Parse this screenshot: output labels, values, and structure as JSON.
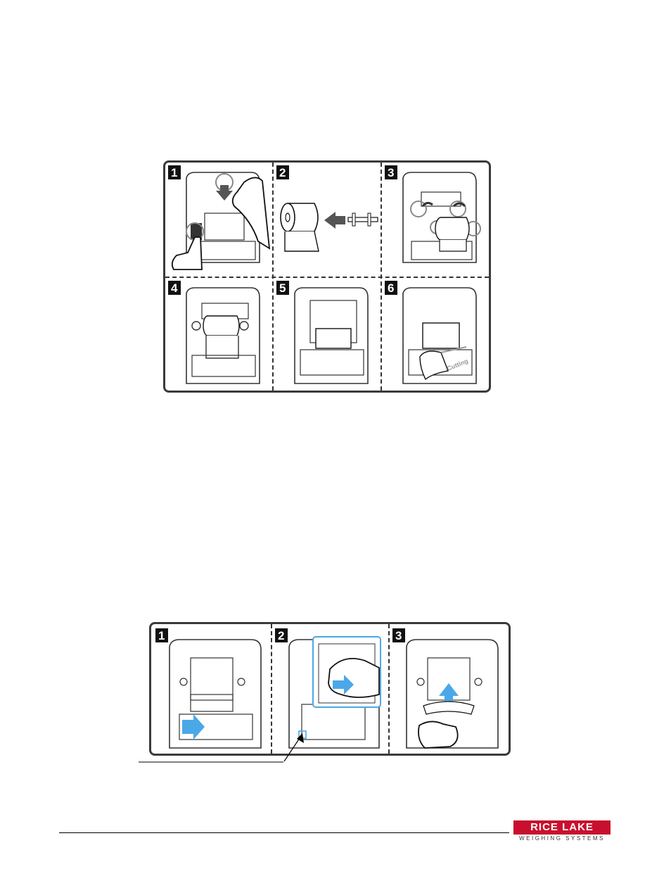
{
  "figure_top": {
    "steps": [
      {
        "number": "1"
      },
      {
        "number": "2"
      },
      {
        "number": "3"
      },
      {
        "number": "4"
      },
      {
        "number": "5"
      },
      {
        "number": "6"
      }
    ],
    "cutting_label": "Cutting"
  },
  "figure_bottom": {
    "steps": [
      {
        "number": "1"
      },
      {
        "number": "2"
      },
      {
        "number": "3"
      }
    ]
  },
  "footer": {
    "logo_text": "RICE LAKE",
    "logo_tagline": "WEIGHING SYSTEMS",
    "logo_color": "#c8102e"
  },
  "colors": {
    "arrow_blue": "#4aa8e8",
    "line": "#333333"
  }
}
